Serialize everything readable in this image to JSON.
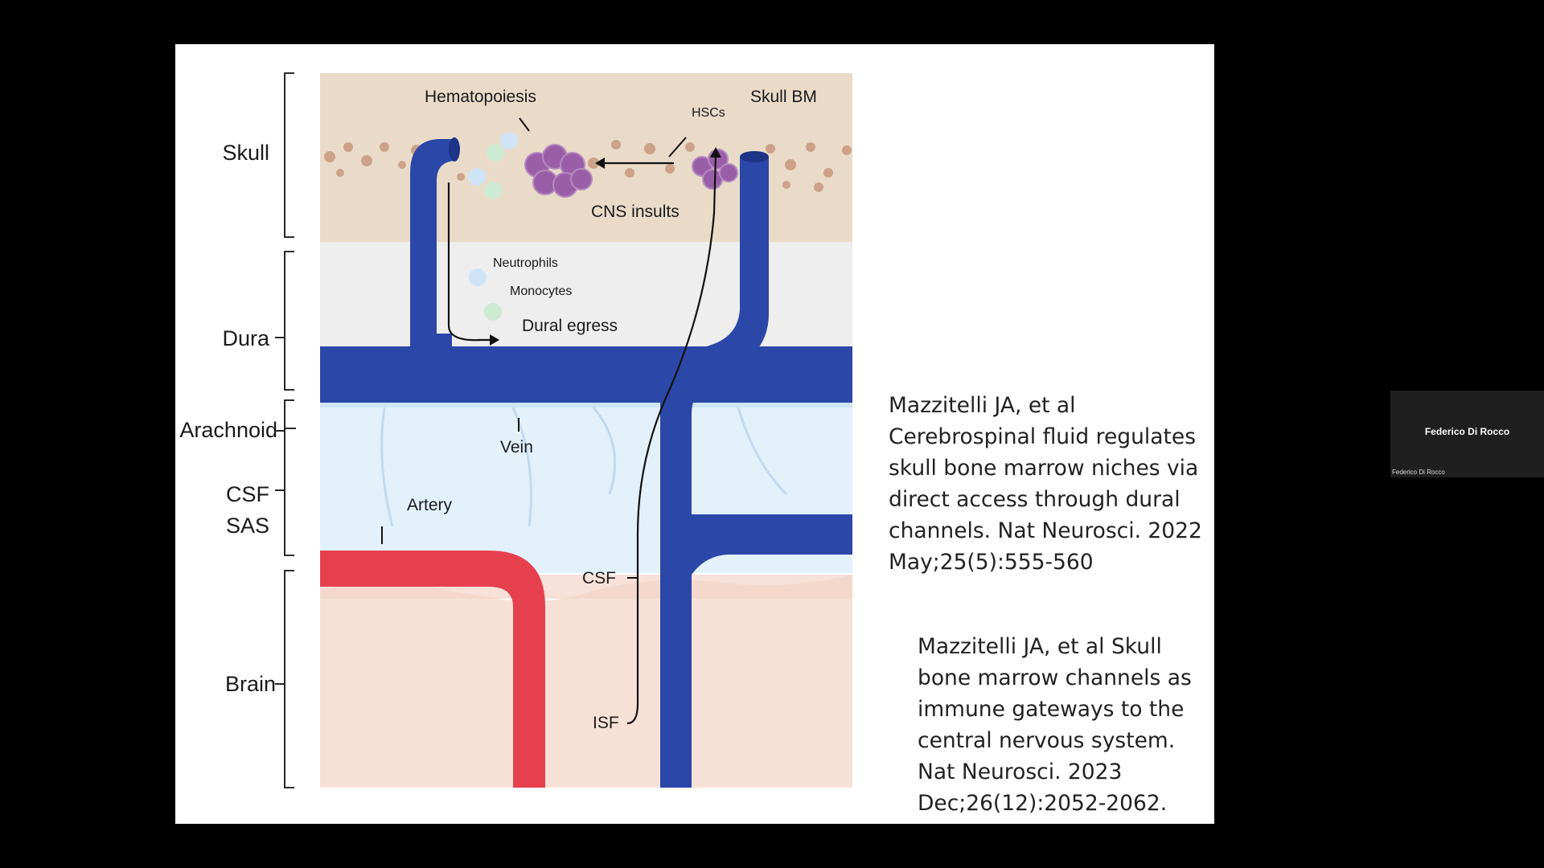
{
  "diagram": {
    "layers": {
      "skull": "Skull",
      "dura": "Dura",
      "arachnoid": "Arachnoid",
      "csf": "CSF",
      "sas": "SAS",
      "brain": "Brain"
    },
    "labels": {
      "hematopoiesis": "Hematopoiesis",
      "hscs": "HSCs",
      "skull_bm": "Skull BM",
      "cns_insults": "CNS insults",
      "neutrophils": "Neutrophils",
      "monocytes": "Monocytes",
      "dural_egress": "Dural egress",
      "vein": "Vein",
      "artery": "Artery",
      "csf": "CSF",
      "isf": "ISF"
    },
    "colors": {
      "vein": "#2b47a8",
      "artery": "#e6404f",
      "skull": "#eadbc9",
      "dura": "#eeeeee",
      "csf": "#ddeefa",
      "brain": "#f7e1d6",
      "cells_purple": "#9a5ea8"
    }
  },
  "citations": [
    {
      "lines": [
        "Mazzitelli JA, et al",
        "Cerebrospinal fluid regulates",
        "skull bone marrow niches via",
        "direct access through dural",
        "channels. Nat Neurosci. 2022",
        "May;25(5):555-560"
      ]
    },
    {
      "lines": [
        "Mazzitelli JA, et al Skull",
        "bone marrow channels as",
        "immune gateways to the",
        "central nervous system.",
        "Nat Neurosci. 2023",
        "Dec;26(12):2052-2062."
      ]
    }
  ],
  "participant": {
    "name": "Federico Di Rocco",
    "label": "Federico Di Rocco"
  }
}
